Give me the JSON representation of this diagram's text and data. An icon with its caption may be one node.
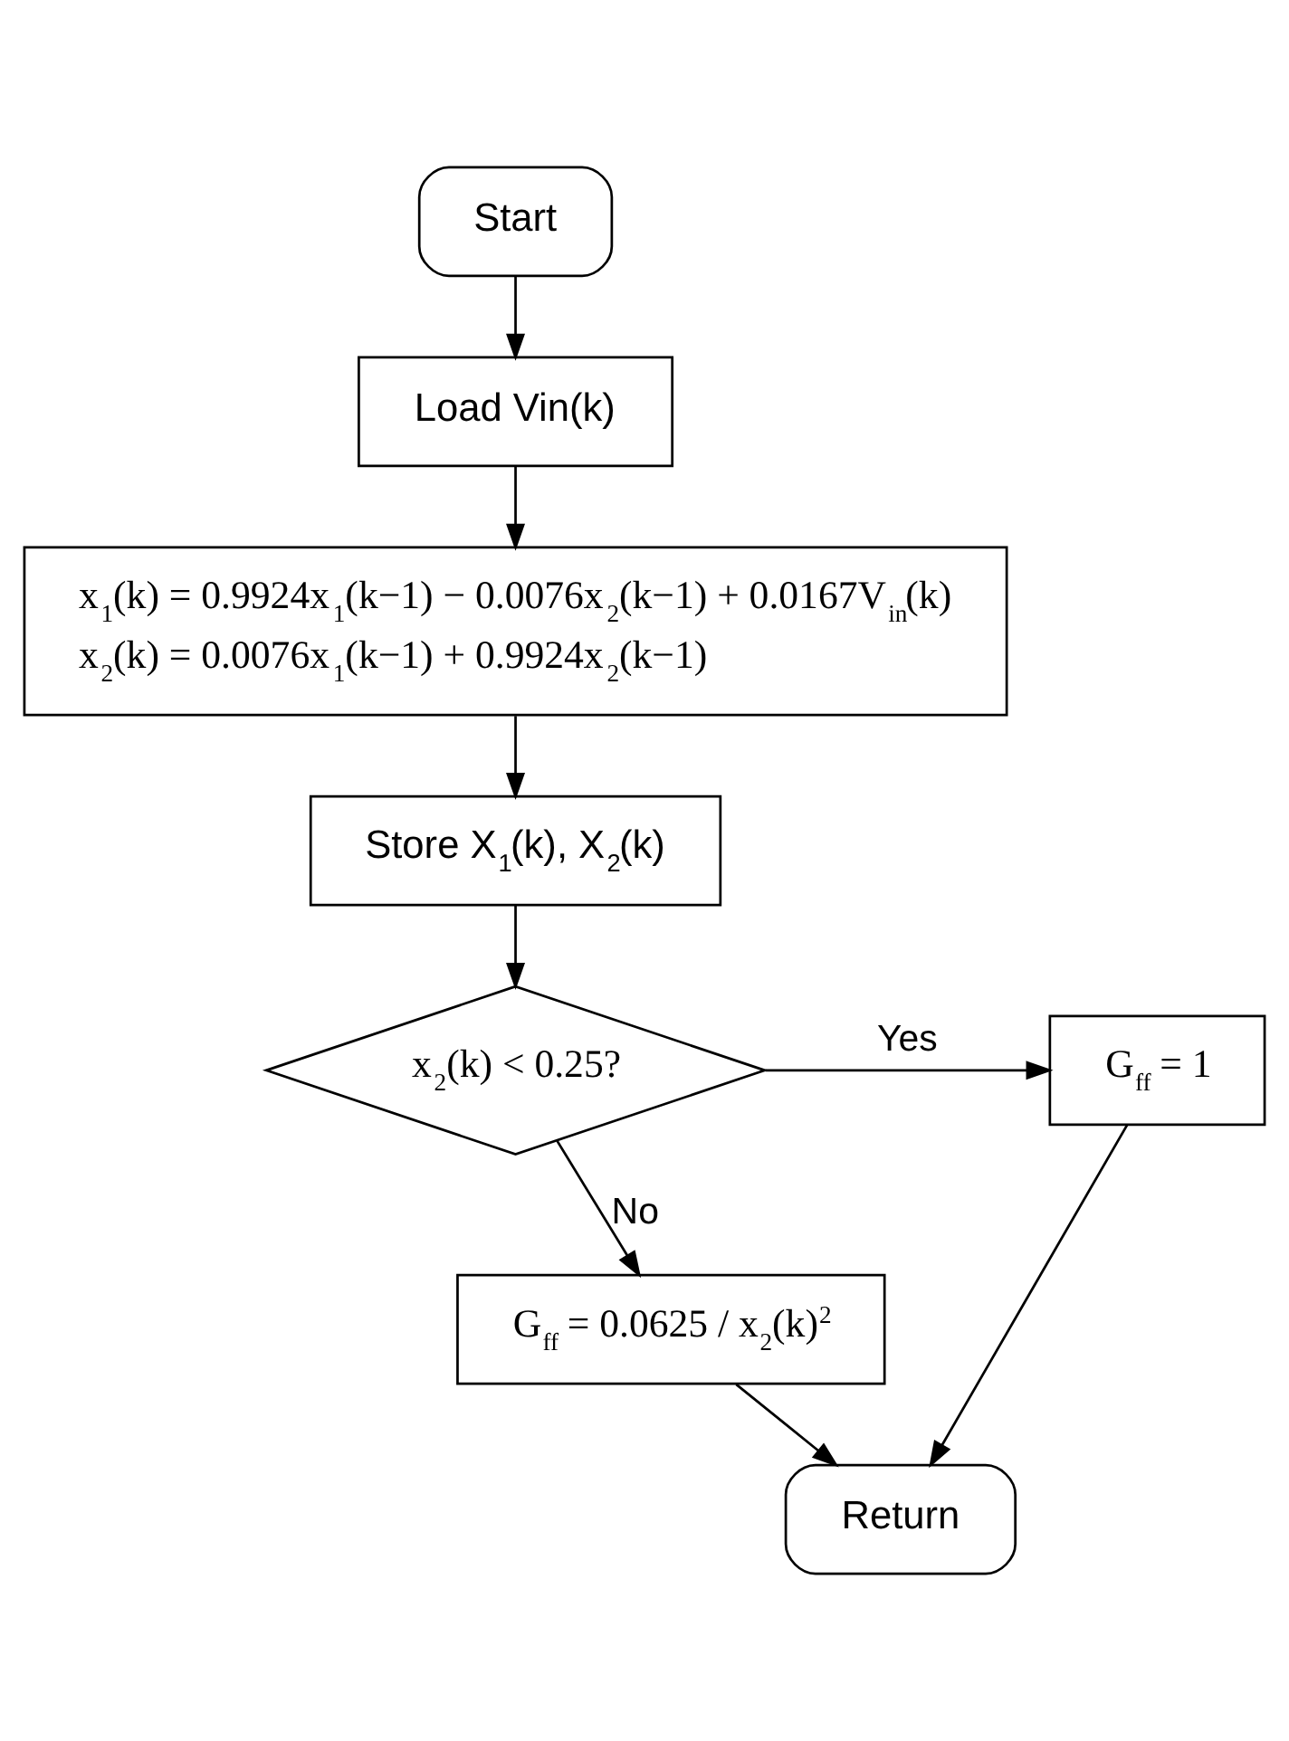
{
  "diagram": {
    "nodes": [
      {
        "text": [
          "Start"
        ]
      },
      {
        "text": [
          "Load Vin(k)"
        ]
      },
      {
        "text": [
          "x$_{1}$(k) = 0.9924x$_{1}$(k−1) − 0.0076x$_{2}$(k−1) + 0.0167V$_{in}$(k)",
          "x$_{2}$(k) = 0.0076x$_{1}$(k−1) + 0.9924x$_{2}$(k−1)"
        ]
      },
      {
        "text": [
          "Store X$_{1}$(k), X$_{2}$(k)"
        ]
      },
      {
        "text": [
          "x$_{2}$(k) < 0.25?"
        ]
      },
      {
        "text": [
          "G$_{ff}$ = 1"
        ]
      },
      {
        "text": [
          "G$_{ff}$ = 0.0625 / x$_{2}$(k)$^{2}$"
        ]
      },
      {
        "text": [
          "Return"
        ]
      }
    ],
    "edges": [
      {
        "from": 0,
        "to": 1,
        "arrow": "to"
      },
      {
        "from": 1,
        "to": 2,
        "arrow": "to"
      },
      {
        "from": 2,
        "to": 3,
        "arrow": "to"
      },
      {
        "from": 3,
        "to": 4,
        "arrow": "to"
      },
      {
        "from": 4,
        "to": 5,
        "arrow": "to",
        "label": "Yes"
      },
      {
        "from": 4,
        "to": 6,
        "arrow": "to",
        "label": "No"
      },
      {
        "from": 6,
        "to": 7,
        "arrow": "to"
      },
      {
        "from": 5,
        "to": 7,
        "arrow": "to"
      }
    ]
  }
}
